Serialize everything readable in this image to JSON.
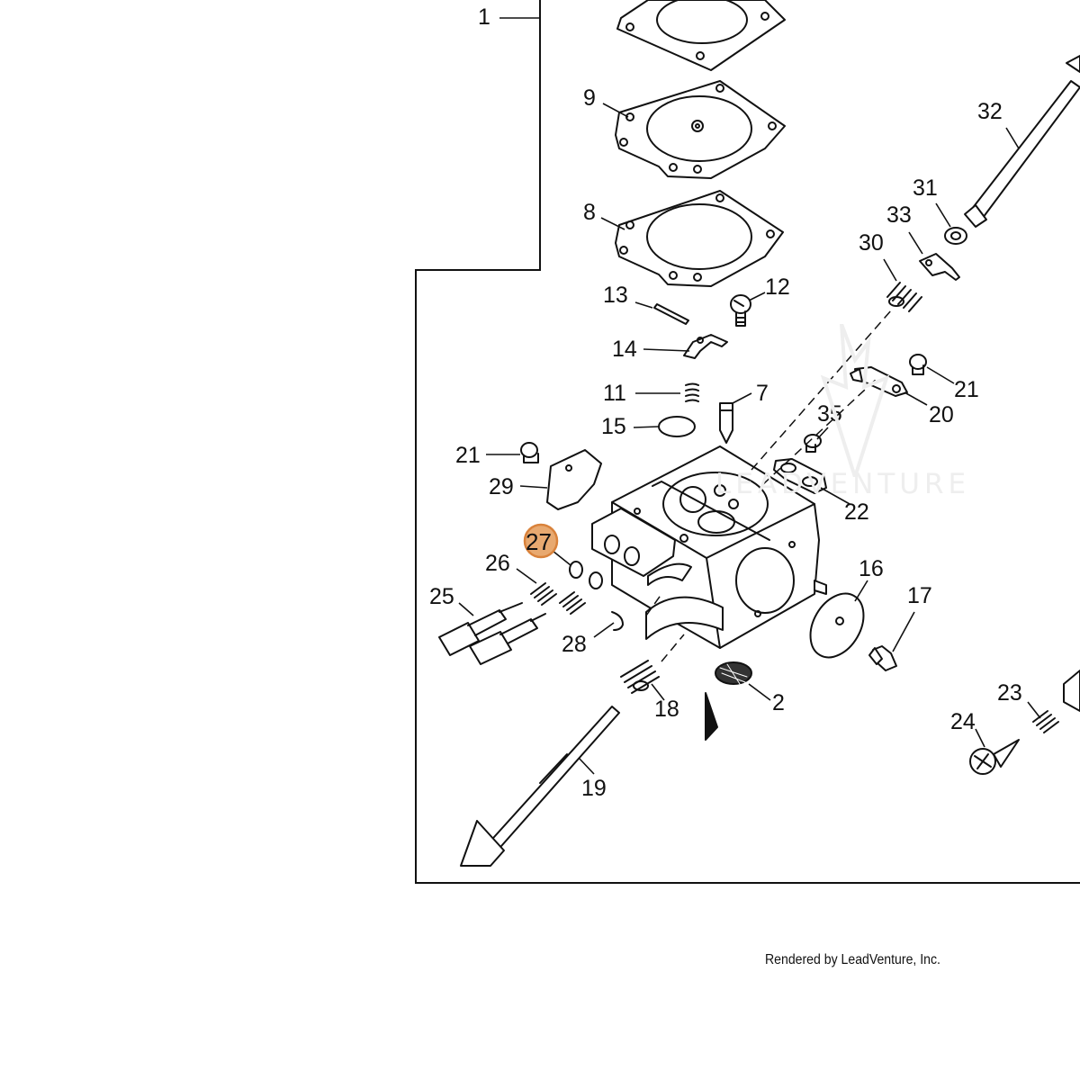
{
  "diagram": {
    "callouts": [
      {
        "id": "1",
        "label": "1"
      },
      {
        "id": "9",
        "label": "9"
      },
      {
        "id": "8",
        "label": "8"
      },
      {
        "id": "32",
        "label": "32"
      },
      {
        "id": "31",
        "label": "31"
      },
      {
        "id": "33",
        "label": "33"
      },
      {
        "id": "30",
        "label": "30"
      },
      {
        "id": "13",
        "label": "13"
      },
      {
        "id": "12",
        "label": "12"
      },
      {
        "id": "14",
        "label": "14"
      },
      {
        "id": "21a",
        "label": "21"
      },
      {
        "id": "20",
        "label": "20"
      },
      {
        "id": "11",
        "label": "11"
      },
      {
        "id": "7",
        "label": "7"
      },
      {
        "id": "35",
        "label": "35"
      },
      {
        "id": "15",
        "label": "15"
      },
      {
        "id": "21b",
        "label": "21"
      },
      {
        "id": "29",
        "label": "29"
      },
      {
        "id": "22",
        "label": "22"
      },
      {
        "id": "27",
        "label": "27",
        "highlighted": true
      },
      {
        "id": "26",
        "label": "26"
      },
      {
        "id": "16",
        "label": "16"
      },
      {
        "id": "17",
        "label": "17"
      },
      {
        "id": "25",
        "label": "25"
      },
      {
        "id": "28",
        "label": "28"
      },
      {
        "id": "2",
        "label": "2"
      },
      {
        "id": "18",
        "label": "18"
      },
      {
        "id": "23",
        "label": "23"
      },
      {
        "id": "24",
        "label": "24"
      },
      {
        "id": "19",
        "label": "19"
      }
    ],
    "highlight_color": "#d9823b",
    "highlight_fill": "#e8a970",
    "line_color": "#111111"
  },
  "footer": {
    "credit": "Rendered by LeadVenture, Inc."
  },
  "watermark": {
    "text": "LEADVENTURE"
  }
}
